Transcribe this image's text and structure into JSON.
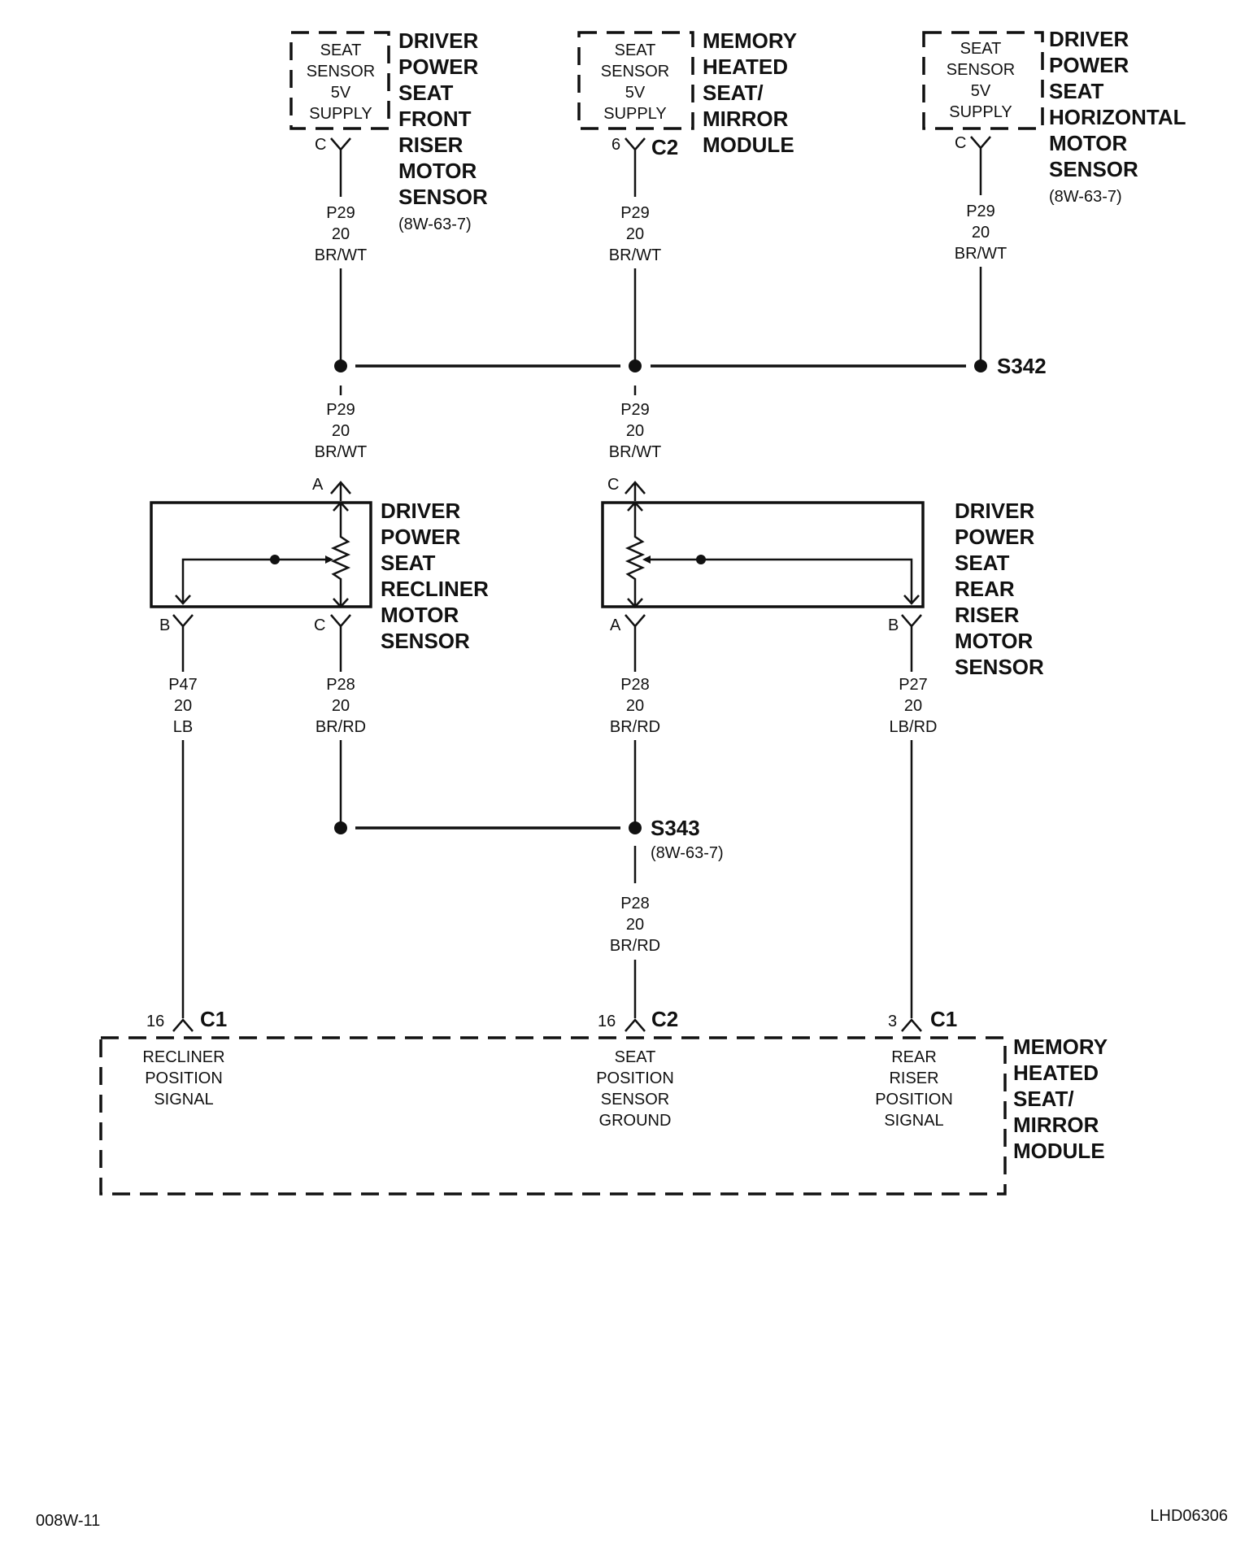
{
  "supplies": {
    "front_riser": {
      "text": [
        "SEAT",
        "SENSOR",
        "5V",
        "SUPPLY"
      ],
      "title": [
        "DRIVER",
        "POWER",
        "SEAT",
        "FRONT",
        "RISER",
        "MOTOR",
        "SENSOR"
      ],
      "ref": "(8W-63-7)",
      "pin": "C",
      "connector": ""
    },
    "module_top": {
      "text": [
        "SEAT",
        "SENSOR",
        "5V",
        "SUPPLY"
      ],
      "title": [
        "MEMORY",
        "HEATED",
        "SEAT/",
        "MIRROR",
        "MODULE"
      ],
      "pin": "6",
      "connector": "C2"
    },
    "horizontal": {
      "text": [
        "SEAT",
        "SENSOR",
        "5V",
        "SUPPLY"
      ],
      "title": [
        "DRIVER",
        "POWER",
        "SEAT",
        "HORIZONTAL",
        "MOTOR",
        "SENSOR"
      ],
      "ref": "(8W-63-7)",
      "pin": "C",
      "connector": ""
    }
  },
  "wires": {
    "p29_left_upper": [
      "P29",
      "20",
      "BR/WT"
    ],
    "p29_mid_upper": [
      "P29",
      "20",
      "BR/WT"
    ],
    "p29_right_upper": [
      "P29",
      "20",
      "BR/WT"
    ],
    "p29_left_lower": [
      "P29",
      "20",
      "BR/WT"
    ],
    "p29_mid_lower": [
      "P29",
      "20",
      "BR/WT"
    ],
    "p47": [
      "P47",
      "20",
      "LB"
    ],
    "p28_left": [
      "P28",
      "20",
      "BR/RD"
    ],
    "p28_mid": [
      "P28",
      "20",
      "BR/RD"
    ],
    "p27": [
      "P27",
      "20",
      "LB/RD"
    ],
    "p28_bottom": [
      "P28",
      "20",
      "BR/RD"
    ]
  },
  "splices": {
    "s342": {
      "label": "S342"
    },
    "s343": {
      "label": "S343",
      "ref": "(8W-63-7)"
    }
  },
  "sensors": {
    "recliner": {
      "title": [
        "DRIVER",
        "POWER",
        "SEAT",
        "RECLINER",
        "MOTOR",
        "SENSOR"
      ],
      "pin_top": "A",
      "pin_left": "B",
      "pin_right": "C"
    },
    "rear_riser": {
      "title": [
        "DRIVER",
        "POWER",
        "SEAT",
        "REAR",
        "RISER",
        "MOTOR",
        "SENSOR"
      ],
      "pin_top": "C",
      "pin_left": "A",
      "pin_right": "B"
    }
  },
  "module": {
    "title": [
      "MEMORY",
      "HEATED",
      "SEAT/",
      "MIRROR",
      "MODULE"
    ],
    "inputs": [
      {
        "pin": "16",
        "connector": "C1",
        "label": [
          "RECLINER",
          "POSITION",
          "SIGNAL"
        ]
      },
      {
        "pin": "16",
        "connector": "C2",
        "label": [
          "SEAT",
          "POSITION",
          "SENSOR",
          "GROUND"
        ]
      },
      {
        "pin": "3",
        "connector": "C1",
        "label": [
          "REAR",
          "RISER",
          "POSITION",
          "SIGNAL"
        ]
      }
    ]
  },
  "footer": {
    "left": "008W-11",
    "right": "LHD06306"
  }
}
